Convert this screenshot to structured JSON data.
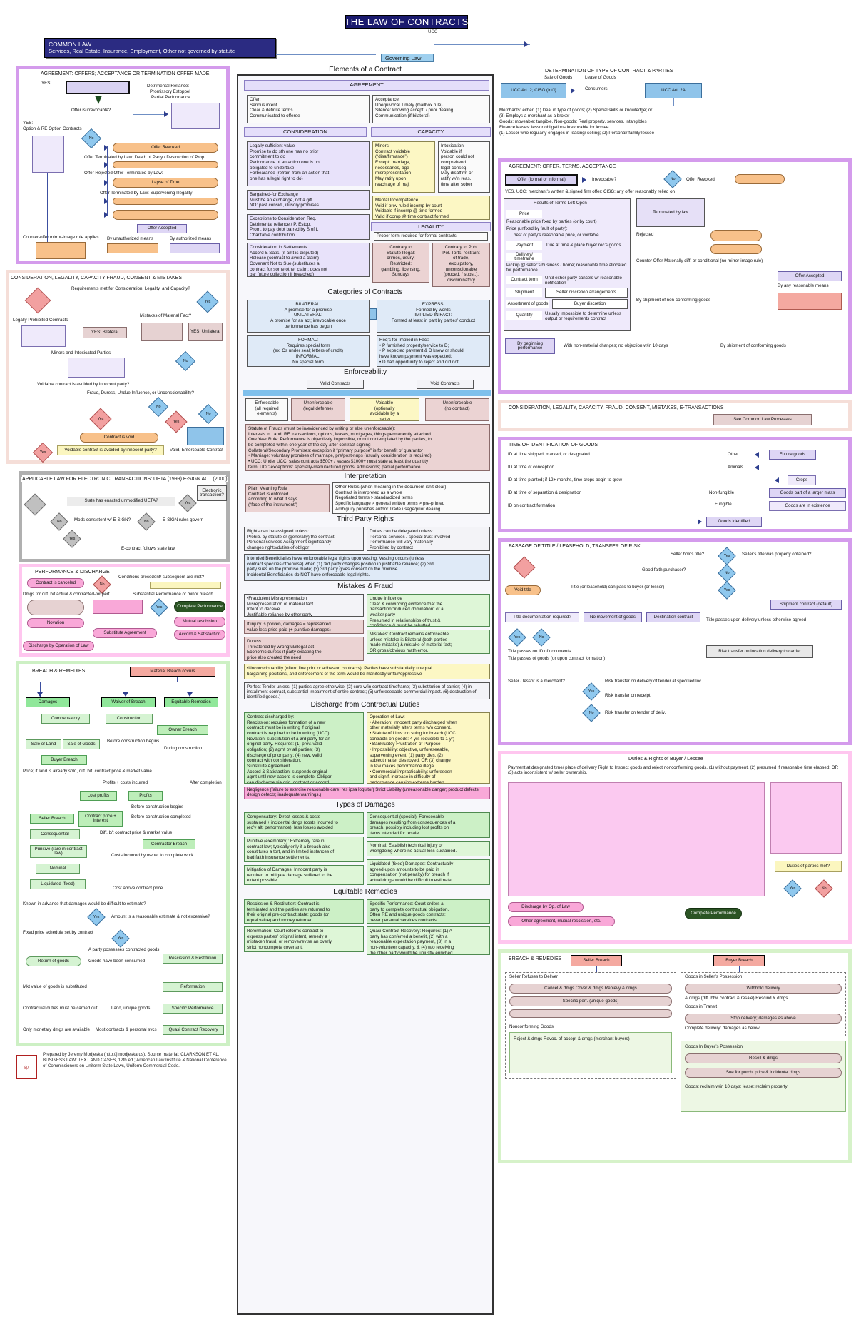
{
  "title": "THE LAW OF CONTRACTS",
  "banners": {
    "common_law_line1": "COMMON LAW",
    "common_law_line2": "Services, Real Estate, Insurance, Employment, Other not governed by statute",
    "governing_law": "Governing Law",
    "ucc": "UCC"
  },
  "center": {
    "sections": {
      "elements": "Elements of a Contract",
      "categories": "Categories of Contracts",
      "enforceability": "Enforceability",
      "interpretation": "Interpretation",
      "third_party": "Third Party Rights",
      "mistakes_fraud": "Mistakes & Fraud",
      "discharge": "Discharge from Contractual Duties",
      "types_damages": "Types of Damages",
      "equitable_remedies": "Equitable Remedies"
    },
    "bars": {
      "agreement": "AGREEMENT",
      "consideration": "CONSIDERATION",
      "capacity": "CAPACITY",
      "legality": "LEGALITY",
      "valid_contracts": "Valid Contracts",
      "void_contracts": "Void Contracts"
    },
    "boxes": {
      "offer": "Offer:\n   Serious intent\n   Clear & definite terms\n   Communicated to offeree",
      "acceptance": "Acceptance:\n   Unequivocal Timely (mailbox rule)\n   Silence: knowing accept. / prior dealing\n   Communication (if bilateral)",
      "legally_sufficient": "Legally sufficient value\n   Promise to do sth one has no prior\n   commitment to do\n   Performance of an action one is not\n   obligated to undertake\n   Forbearance (refrain from an action that\n   one has a legal right to do)",
      "minors": "Minors\n   Contract voidable\n   (“disaffirmance”)\n   Except: marriage,\n   necessaries, age\n   misrepresentation\n   May ratify upon\n   reach age of maj.",
      "intoxication": "Intoxication\n   Voidable if\n   person could not\n   comprehend\n   legal conseq.\n   May disaffirm or\n   ratify w/in reas.\n   time after sober",
      "bargained": "Bargained-for Exchange\n   Must be an exchange, not a gift\n   NO: past consid., illusory promises",
      "mental": "Mental Incompetence\n   Void if prev ruled incomp by court\n   Voidable if incomp @ time formed\n   Valid if comp @ time contract formed",
      "exceptions": "Exceptions to Consideration Req.\n   Detrimental reliance / P. Estop.\n   Prom. to pay debt barred by S of L\n   Charitable contribution",
      "legality_sub": "Proper form required for formal contracts",
      "settlements": "Consideration in Settlements\n   Accord & Satis. (if amt is disputed)\n   Release (contract to avoid a claim)\n   Covenant Not to Sue (substitutes a\n   contract for some other claim; does not\n   bar future collection if breached)",
      "contrary_statute": "Contrary to\nStatute Illegal:\ncrimes, usury;\nRestricted:\ngambling, licensing,\nSundays",
      "contrary_pub": "Contrary to Pub.\nPol. Torts, restraint\nof trade,\nexculpatory,\nunconscionable\n(proced. / subst.),\ndiscriminatory",
      "bilateral": "BILATERAL:\nA promise for a promise\nUNILATERAL:\nA promise for an act; irrevocable once\nperformance has begun",
      "express": "EXPRESS:\nFormed by words\nIMPLIED IN FACT:\nFormed at least in part by parties’ conduct",
      "formal": "FORMAL:\nRequires special form\n(ex: Cs under seal; letters of credit)\nINFORMAL:\nNo special form",
      "reqs_implied": "Req’s for Implied in Fact:\n• P furnished property/service to D;\n• P expected payment & D knew or should\n   have known payment was expected;\n• D had opportunity to reject and did not",
      "enforceable": "Enforceable\n(all required\nelements)",
      "unenforceable_def": "Unenforceable\n(legal defense)",
      "voidable": "Voidable\n(optionally\navoidable by a\nparty)",
      "unenforceable_no": "Unenforceable\n(no contract)",
      "statute_frauds": "Statute of Frauds (must be in/evidenced by writing or else unenforceable):\n  Interests in Land: RE transactions, options, leases, mortgages, things permanently attached\n  One Year Rule: Performance is objectively impossible, or not contemplated by the parties, to\n  be completed within one year of the day after contract signing\n  Collateral/Secondary Promises: exception if “primary purpose” is for benefit of guarantor\n• Marriage: voluntary promises of marriage, pre/post-nups (usually consideration is required)\n• UCC: Under UCC, sales contracts $500+ / leases $1000+ must state at least the quantity\n  term. UCC exceptions: specially-manufactured goods; admissions; partial performance.",
      "plain_meaning": "Plain Meaning Rule\nContract is enforced\naccording to what it says\n(“face of the instrument”)",
      "other_rules": "Other Rules (when meaning in the document isn’t clear)\n  Contract is interpreted as a whole\n  Negotiated terms > standardized terms\n  Specific language > general written terms > pre-printed\n  Ambiguity punishes author  Trade usage/prior dealing",
      "rights_assigned": "Rights can be assigned unless:\n  Prohib. by statute or (generally) the contract\n  Personal services  Assignment significantly\n  changes rights/duties of obligor",
      "duties_delegated": "Duties can be delegated unless:\n  Personal services / special trust involved\n  Performance will vary materially\n  Prohibited by contract",
      "intended_benef": "Intended Beneficiaries have enforceable legal rights upon vesting. Vesting occurs (unless\ncontract specifies otherwise) when (1) 3rd party changes position in justifiable reliance; (2) 3rd\nparty sues on the promise made; (3) 3rd party gives consent on the promise.\nIncidental Beneficiaries do NOT have enforceable legal rights.",
      "fraudulent": "•Fraudulent Misrepresentation\n   Misrepresentation of material fact\n   Intent to deceive\n   Justifiable reliance by other party",
      "undue": "Undue Influence\n  Clear & convincing evidence that the\n  transaction “induced domination” of a\n  weaker party\n  Presumed in relationships of trust &\n  confidence & must be rebutted",
      "if_injury": "If injury is proven, damages = represented\nvalue less price paid (+ punitive damages)",
      "mistakes": "Mistakes: Contract remains enforceable\nunless mistake is Bilateral (both parties\nmade mistake) & mistake of material fact;\nOR gross/obvious math error.",
      "duress": "Duress\n  Threatened by wrongful/illegal act\n  Economic duress if party exacting the\n  price also created the need",
      "unconscionability": "•Unconscionability (often: fine print or adhesion contracts). Parties have substantially unequal\nbargaining positions, and enforcement of the term would be manifestly unfair/oppressive",
      "perfect_tender": "Perfect Tender unless: (1) parties agree otherwise; (2) cure w/in contract timeframe; (3) substitution of carrier; (4) in installment contract, substantial impairment of entire contract; (5) unforeseeable commercial impact. (6) destruction of identified goods.)",
      "contract_discharged": "Contract discharged by:\nRescission: requires formation of a new\ncontract; must be in writing if original\ncontract is required to be in writing (UCC).\nNovation: substitution of a 3rd party for an\noriginal party. Requires: (1) prev. valid\nobligation; (2) agmt by all parties; (3)\ndischarge of prior party; (4) new, valid\ncontract with consideration.\nSubstitute Agreement.\nAccord & Satisfaction: suspends original\nagmt until new accord is complete. Obligor\ncan discharge via orig. contract or accord.",
      "operation_law": "Operation of Law:\n• Alteration: innocent party discharged when\n   other materially alters terms w/o consent.\n• Statute of Lims: on suing for breach (UCC\n   contracts on goods: 4 yrs reducible to 1 yr)\n• Bankruptcy Frustration of Purpose\n• Impossibility: objective, unforeseeable,\n   supervening event: (1) party dies, (2)\n   subject matter destroyed, OR (3) change\n   in law makes performance illegal.\n• Commercial impracticability: unforeseen\n   and signif. increase in difficulty of\n   performance causing extreme burden.",
      "negligence": "Negligence (failure to exercise reasonable care; res ipsa loquitor) Strict Liability (unreasonable danger; product defects; design defects; inadequate warnings.)",
      "compensatory": "Compensatory: Direct losses & costs\nsustained + incidental dmgs (costs incurred to\nrec’v alt. performance), less losses avoided",
      "consequential": "Consequential (special): Foreseeable\ndamages resulting from consequences of a\nbreach, possibly including lost profits on\nitems intended for resale.",
      "punitive": "Punitive (exemplary): Extremely rare in\ncontract law; typically only if a breach also\nconstitutes a tort, and in limited instances of\nbad faith insurance settlements.",
      "nominal": "Nominal: Establish technical injury or\nwrongdoing where no actual loss sustained.",
      "mitigation": "Mitigation of Damages: Innocent party is\nrequired to mitigate damage suffered to the\nextent possible",
      "liquidated": "Liquidated (fixed) Damages: Contractually\nagreed-upon amounts to be paid in\ncompensation (not penalty) for breach if\nactual dmgs would be difficult to estimate.",
      "rescission_rest": "Rescission & Restitution: Contract is\nterminated and the parties are returned to\ntheir original pre-contract state; goods (or\nequal value) and money returned.",
      "specific_perf": "Specific Performance: Court orders a\nparty to complete contractual obligation.\nOften RE and unique goods contracts;\nnever personal services contracts.",
      "reformation": "Reformation: Court reforms contract to\nexpress parties’ original intent, remedy a\nmistaken fraud, or remove/revise an overly\nstrict noncompete covenant.",
      "quasi": "Quasi Contract Recovery: Requires: (1) A\nparty has conferred a benefit, (2) with a\nreasonable expectation payment, (3) in a\nnon-volunteer capacity, & (4) w/o receiving\nthe other party would be unjustly enriched."
    }
  },
  "left": {
    "panel1": {
      "title": "AGREEMENT: OFFERS; ACCEPTANCE OR TERMINATION OFFER MADE",
      "labels": [
        "YES:",
        "Offer is irrevocable?",
        "Detrimental Reliance:",
        "Promissory Estoppel",
        "Partial Performance",
        "YES:",
        "Option & RE Option Contracts",
        "Offer Terminated by Law: Death of Party / Destruction of Prop.",
        "Offer  Rejected Offer Terminated by Law:",
        "Offer Terminated by Law: Supervening Illegality",
        "Counter-offer mirror-image rule applies",
        "By unauthorized means",
        "By authorized means"
      ],
      "nodes": [
        "Offer Revoked",
        "Lapse of Time",
        "Offer Accepted",
        "No"
      ]
    },
    "panel2": {
      "title": "CONSIDERATION, LEGALITY, CAPACITY FRAUD, CONSENT & MISTAKES",
      "labels": [
        "Requirements met for Consideration, Legality, and Capacity?",
        "Legally Prohibited Contracts",
        "Mistakes of Material Fact?",
        "Minors and Intoxicated Parties",
        "Voidable contract is avoided by innocent party?",
        "Fraud, Duress, Undue Influence, or Unconscionability?",
        "Voidable contract is avoided by innocent party?",
        "No"
      ],
      "nodes": [
        "YES: Bilateral",
        "YES: Unilateral",
        "Contract is void",
        "Valid, Enforceable Contract",
        "Yes",
        "No"
      ]
    },
    "panel3": {
      "title": "APPLICABLE LAW FOR ELECTRONIC TRANSACTIONS: UETA (1999) E-SIGN ACT (2000)",
      "labels": [
        "State has enacted unmodified UETA?",
        "Mods consistent w/ E-SIGN?",
        "E-SIGN rules govern",
        "E-contract follows state law",
        "Electronic transaction?"
      ],
      "nodes": [
        "Yes",
        "No",
        "No",
        "Yes"
      ]
    },
    "panel4": {
      "title": "PERFORMANCE & DISCHARGE",
      "labels": [
        "Conditions precedent/ subsequent are met?",
        "Substantial Performance or minor breach",
        "Dmgs for diff. b/t actual & contracted-for perf."
      ],
      "nodes": [
        "Contract is canceled",
        "Novation",
        "Substitute Agreement",
        "Discharge by Operation of Law",
        "Complete Performance",
        "Mutual rescission",
        "Accord & Satisfaction",
        "No",
        "Yes"
      ]
    },
    "panel5": {
      "title": "BREACH & REMEDIES",
      "nodes": [
        "Material Breach occurs",
        "Damages",
        "Waiver of Breach",
        "Equitable Remedies",
        "Compensatory",
        "Construction",
        "Owner Breach",
        "Sale of Land",
        "Sale of Goods",
        "Buyer Breach",
        "Profits",
        "Lost profits",
        "Seller Breach",
        "Contract price + interest",
        "Contractor Breach",
        "Consequential",
        "Punitive (rare in contract law)",
        "Nominal",
        "Liquidated (fixed)",
        "Return of goods",
        "Rescission & Restitution",
        "Reformation",
        "Specific Performance",
        "Quasi Contract Recovery"
      ],
      "labels": [
        "Before construction begins",
        "During construction",
        "After completion",
        "Profits + costs incurred",
        "Before construction begins",
        "Before construction completed",
        "Costs incurred by owner to complete work",
        "Cost above contract price",
        "Diff. b/t contract price & market value",
        "Price; if land is already sold, diff. b/t. contract price & market value.",
        "Known in advance that damages would be difficult to estimate?",
        "Amount is a reasonable estimate & not excessive?",
        "Fixed price schedule set by contract",
        "A party possesses contracted goods",
        "Goods have been consumed",
        "Mkt value of goods is substituted",
        "Contractual duties must be carried out",
        "Only monetary dmgs are available",
        "Land, unique goods",
        "Most contracts & personal svcs"
      ]
    },
    "footer": "Prepared by Jeremy Modjeska (http://j.modjeska.us). Source material: CLARKSON ET AL., BUSINESS LAW: TEXT AND CASES, 12th ed.; American Law Institute & National Conference of Commissioners on Uniform State Laws, Uniform Commercial Code."
  },
  "right": {
    "panel0": {
      "title": "DETERMINATION OF TYPE OF CONTRACT & PARTIES",
      "labels": [
        "Sale of Goods",
        "Lease of Goods",
        "UCC Art. 2; CISG (Int’l)",
        "UCC Art. 2A",
        "Consumers",
        "Merchants: either: (1) Deal in type of goods; (2) Special skills or knowledge; or",
        "(3) Employs a merchant as a broker",
        "Goods: moveable; tangible. Non-goods: Real property, services, intangibles",
        "Finance leases: lessor obligations irrevocable for lessee",
        "(1) Lessor who regularly engages in leasing/ selling; (2) Personal/ family lessee"
      ]
    },
    "panel1": {
      "title": "AGREEMENT: OFFER, TERMS, ACCEPTANCE",
      "labels": [
        "Irrevocable?",
        "Results of Terms Left Open",
        "Price",
        "Reasonable price fixed by parties (or by court)",
        "Price (unfixed by fault of party):",
        "best of party’s reasonable price, or voidable",
        "Payment",
        "Due at time & place buyer rec’s goods",
        "Pickup @ seller’s business / home; reasonable time allocated for performance.",
        "Delivery/ timeframe",
        "Contract term",
        "Until either party cancels w/ reasonable notification",
        "Shipment",
        "Seller discretion arrangements",
        "Assortment of goods",
        "Usually impossible to determine unless output or requirements contract",
        "Quantity",
        "Buyer discretion",
        "YES. UCC: merchant’s written & signed firm offer; CISG: any offer reasonably relied on",
        "Terminated by law",
        "Rejected",
        "Counter Offer Materially diff. or conditional (no mirror-image rule)",
        "By shipment of non-conforming goods",
        "By shipment of conforming goods",
        "By beginning performance",
        "With non-material changes; no objection w/in 10 days",
        "By any reasonable means"
      ],
      "nodes": [
        "Offer (formal or informal)",
        "Offer Revoked",
        "Offer Accepted",
        "No"
      ]
    },
    "panel2": {
      "title": "CONSIDERATION, LEGALITY, CAPACITY, FRAUD, CONSENT, MISTAKES, E-TRANSACTIONS",
      "nodes": [
        "See Common Law Processes"
      ]
    },
    "panel3": {
      "title": "TIME OF IDENTIFICATION OF GOODS",
      "labels": [
        "ID at time shipped, marked, or designated",
        "ID at time of conception",
        "ID at time planted; if 12+ months, time crops begin to grow",
        "ID at time of separation & designation",
        "ID on contract formation",
        "Other",
        "Animals",
        "Non-fungible",
        "Fungible"
      ],
      "nodes": [
        "Future goods",
        "Crops",
        "Goods part of a larger mass",
        "Goods are in existence",
        "Goods Identified"
      ]
    },
    "panel4": {
      "title": "PASSAGE OF TITLE / LEASEHOLD; TRANSFER OF RISK",
      "labels": [
        "Seller holds title?",
        "Seller’s title was properly obtained?",
        "Good faith purchaser?",
        "Title (or leasehold) can pass to buyer (or lessor)",
        "Title documentation required?",
        "No movement of goods",
        "Shipment contract (default)",
        "Title passes upon delivery unless otherwise agreed",
        "Title passes on ID of documents",
        "Title passes of goods (or upon contract formation)",
        "Risk transfer on location delivery to carrier",
        "Seller / lessor is a merchant?",
        "Risk transfer on delivery of tender at specified loc.",
        "Risk transfer on receipt",
        "Risk transfer on tender of deliv."
      ],
      "nodes": [
        "Void title",
        "Destination contract",
        "Yes",
        "No"
      ]
    },
    "panel5": {
      "title": "Duties & Rights of Buyer / Lessee",
      "text": "Payment at designated time/ place of delivery  Right to Inspect goods and reject nonconforming goods, (1) without payment, (2) presumed if reasonable time elapsed; OR (3) acts inconsistent w/ seller ownership.",
      "labels": [
        "Duties of parties met?",
        "Other agreement, mutual rescission, etc."
      ],
      "nodes": [
        "Discharge by Op. of Law",
        "Complete Performance",
        "Yes",
        "No"
      ]
    },
    "panel6": {
      "title": "BREACH & REMEDIES",
      "nodes": [
        "Seller Breach",
        "Buyer Breach"
      ],
      "labels": [
        "Seller Refuses to Deliver",
        "Cancel & dmgs  Cover & dmgs  Replevy & dmgs",
        "Specific perf. (unique goods)",
        "Nonconforming Goods",
        "Reject & dmgs Revoc. of accept & dmgs (merchant buyers)",
        "Goods in Seller’s Possession",
        "Withhold delivery",
        "& dmgs (diff. btw. contract & resale) Rescind & dmgs",
        "Goods in Transit",
        "Stop delivery; damages as above",
        "Complete delivery: damages as below",
        "Goods In Buyer’s Possession",
        "Resell & dmgs",
        "Sue for purch. price & incidental dmgs",
        "Goods: reclaim w/in 10 days; lease: reclaim property"
      ]
    }
  },
  "colors": {
    "navy": "#2b2b82",
    "purple_frame": "#d49bec",
    "pink_frame": "#ffc6ef",
    "green_frame": "#cdf0c4",
    "accent_blue": "#7fc0ec",
    "orange": "#f8c18a"
  }
}
